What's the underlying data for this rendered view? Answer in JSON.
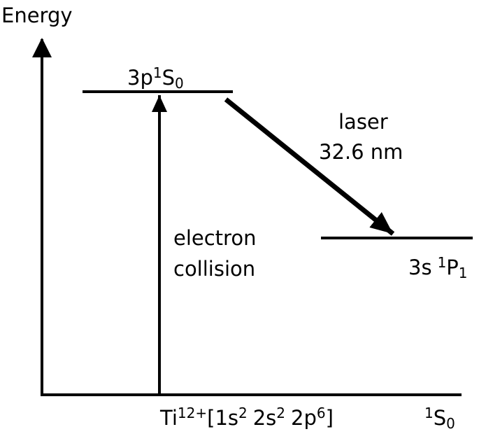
{
  "axis": {
    "ylabel": "Energy"
  },
  "levels": {
    "upper": {
      "n": "3p",
      "mult": "1",
      "L": "S",
      "J": "0"
    },
    "lower": {
      "n": "3s",
      "mult": "1",
      "L": "P",
      "J": "1"
    },
    "ground": {
      "ion": "Ti",
      "charge": "12+",
      "open_bracket": "[",
      "s1": "1s",
      "s1_exp": "2",
      "s2": "2s",
      "s2_exp": "2",
      "p2": "2p",
      "p2_exp": "6",
      "close_bracket": "]",
      "term_mult": "1",
      "term_L": "S",
      "term_J": "0"
    }
  },
  "transitions": {
    "excitation": {
      "line1": "electron",
      "line2": "collision"
    },
    "laser": {
      "line1": "laser",
      "line2": "32.6 nm"
    }
  },
  "colors": {
    "ink": "#000000",
    "background": "#ffffff"
  }
}
